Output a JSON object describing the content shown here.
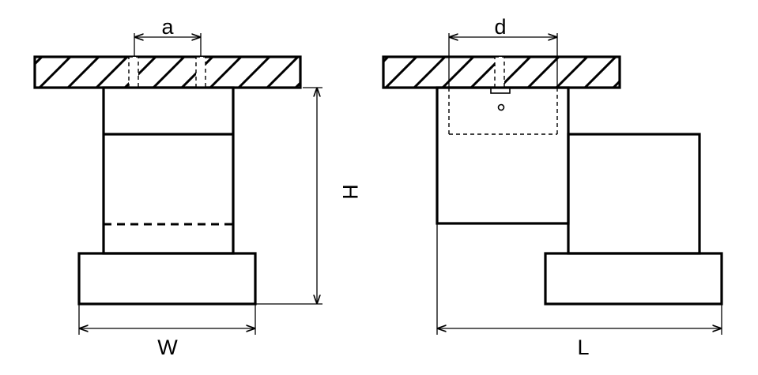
{
  "labels": {
    "a": "a",
    "d": "d",
    "H": "H",
    "W": "W",
    "L": "L"
  },
  "colors": {
    "stroke": "#000000",
    "background": "#ffffff"
  }
}
